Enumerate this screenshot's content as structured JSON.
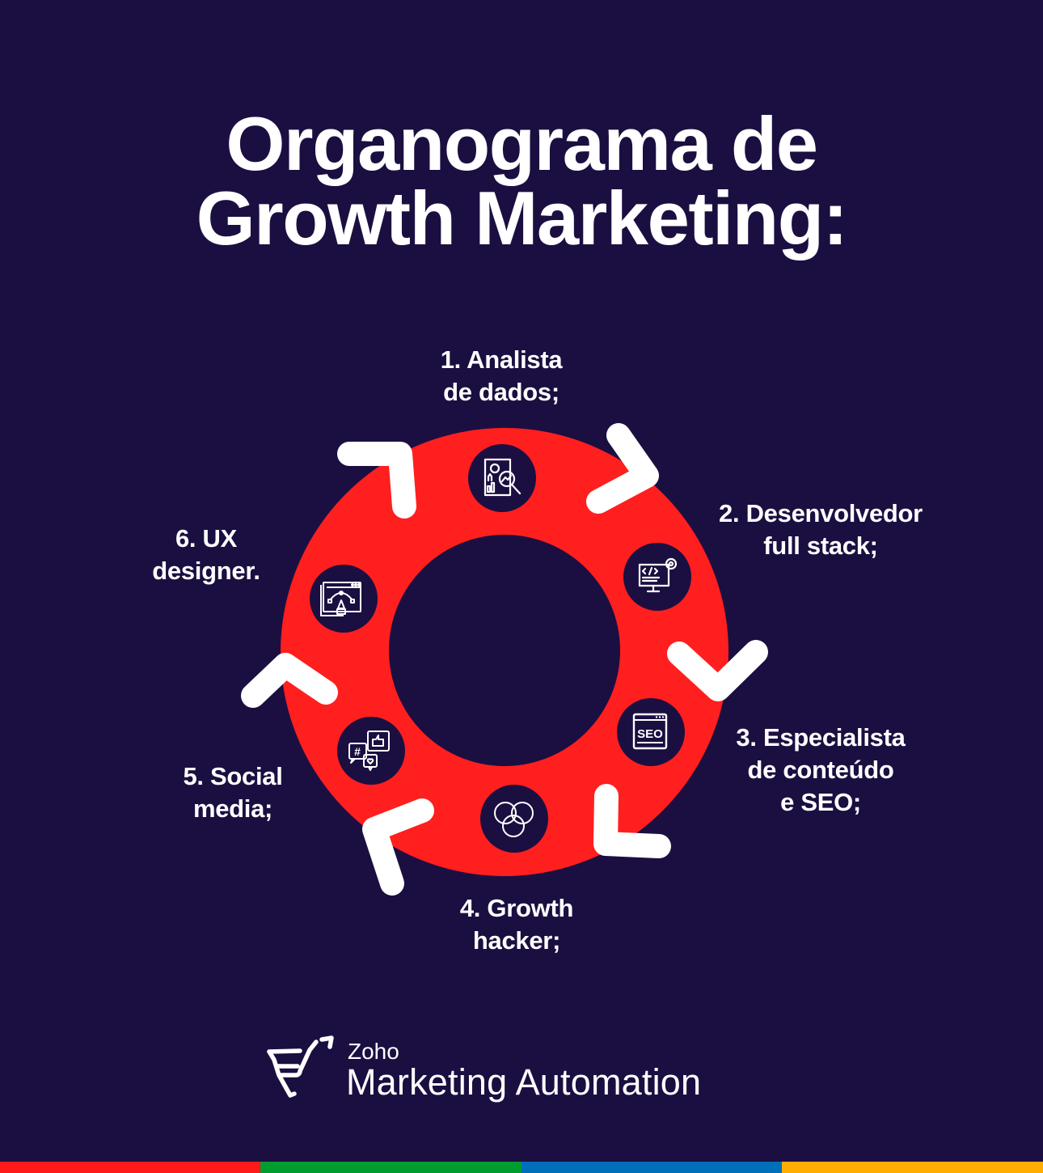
{
  "title": {
    "line1": "Organograma de",
    "line2": "Growth Marketing:"
  },
  "colors": {
    "background": "#1b0f41",
    "ring": "#ff1f1f",
    "arrow": "#ffffff",
    "icon_circle": "#1b0f41",
    "text": "#ffffff",
    "stripe": [
      "#ff1a1a",
      "#009c2f",
      "#006fba",
      "#ffad00"
    ]
  },
  "roles": [
    {
      "number": "1.",
      "line1": "1. Analista",
      "line2": "de dados;",
      "icon": "data-analysis-icon"
    },
    {
      "number": "2.",
      "line1": "2. Desenvolvedor",
      "line2": "full stack;",
      "icon": "code-monitor-gear-icon"
    },
    {
      "number": "3.",
      "line1": "3. Especialista",
      "line2": "de conteúdo",
      "line3": "e SEO;",
      "icon": "seo-browser-icon",
      "icon_text": "SEO"
    },
    {
      "number": "4.",
      "line1": "4. Growth",
      "line2": "hacker;",
      "icon": "venn-circles-icon"
    },
    {
      "number": "5.",
      "line1": "5. Social",
      "line2": "media;",
      "icon": "social-chat-bubbles-icon",
      "icon_text": "#"
    },
    {
      "number": "6.",
      "line1": "6. UX",
      "line2": "designer.",
      "icon": "design-pen-tool-icon"
    }
  ],
  "brand": {
    "company": "Zoho",
    "product": "Marketing Automation",
    "icon": "zoho-marketing-automation-logo-icon"
  }
}
